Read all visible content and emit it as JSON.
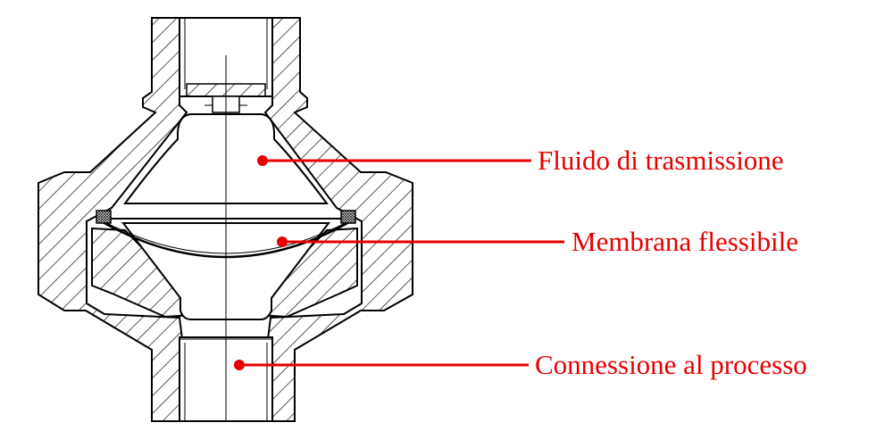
{
  "colors": {
    "ink": "#000000",
    "callout": "#e60000",
    "background": "#ffffff"
  },
  "callouts": [
    {
      "label": "Fluido di trasmissione"
    },
    {
      "label": "Membrana flessibile"
    },
    {
      "label": "Connessione al processo"
    }
  ]
}
